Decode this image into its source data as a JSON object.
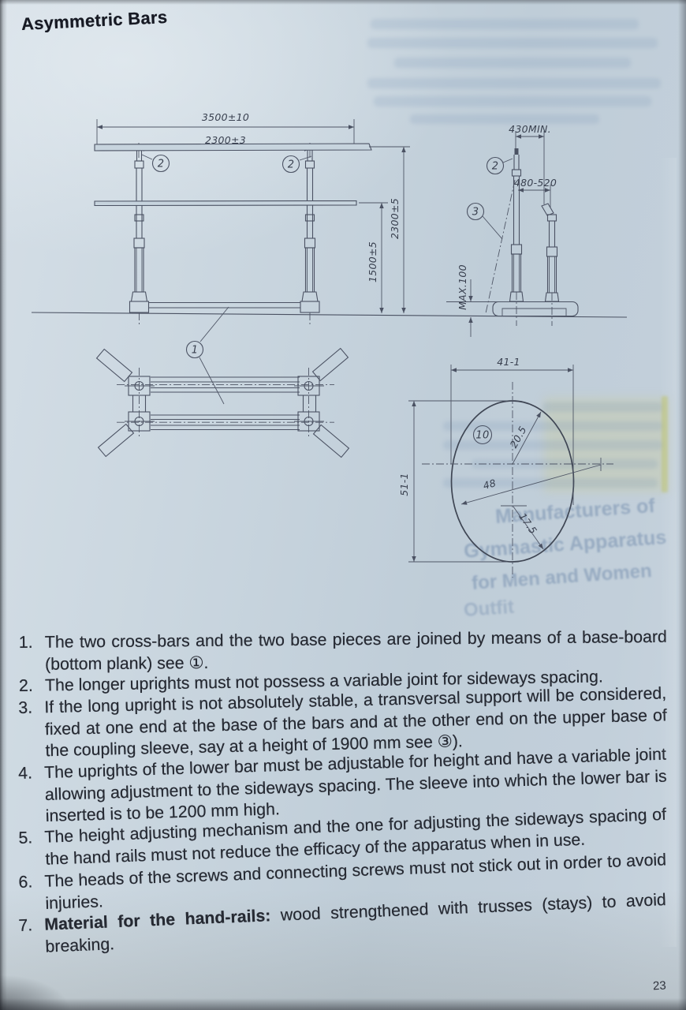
{
  "page": {
    "title": "Asymmetric Bars",
    "page_number": "23"
  },
  "drawing": {
    "front_view": {
      "dim_total_span": "3500±10",
      "dim_inner_span": "2300±3",
      "dim_height_top_bar": "2300±5",
      "dim_height_low_bar": "1500±5",
      "ref_upright_left": "2",
      "ref_upright_right": "2"
    },
    "side_view": {
      "dim_min_spacing": "430MIN.",
      "dim_adjust_range": "480-520",
      "dim_base_height": "MAX.100",
      "ref_upright": "2",
      "ref_support": "3"
    },
    "plan_view": {
      "ref_baseboard": "1"
    },
    "section_view": {
      "dim_width": "41-1",
      "dim_height": "51-1",
      "dim_diagonal": "48",
      "dim_radius_top": "20.5",
      "dim_radius_bottom": "17.5",
      "ref_section": "10"
    }
  },
  "notes": [
    {
      "num": "1.",
      "text": "The two cross-bars and the two base pieces are joined by means of a base-board (bottom plank) see ①."
    },
    {
      "num": "2.",
      "text": "The longer uprights must not possess a variable joint for sideways spacing."
    },
    {
      "num": "3.",
      "text": "If the long upright is not absolutely stable, a transversal support will be considered, fixed at one end at the base of the bars and at the other end on the upper base of the coupling sleeve, say at a height of 1900 mm see ③)."
    },
    {
      "num": "4.",
      "text": "The uprights of the lower bar must be adjustable for height and have a variable joint allowing adjustment to the sideways spacing. The sleeve into which the lower bar is inserted is to be 1200 mm high."
    },
    {
      "num": "5.",
      "text": "The height adjusting mechanism and the one for adjusting the sideways spacing of the hand rails must not reduce the efficacy of the apparatus when in use."
    },
    {
      "num": "6.",
      "text": "The heads of the screws and connecting screws must not stick out in order to avoid injuries."
    },
    {
      "num": "7.",
      "lead": "Material for the hand-rails:",
      "text": " wood strengthened with trusses (stays) to avoid breaking."
    }
  ],
  "bleedthrough": {
    "line1": "Manufacturers of",
    "line2": "Gymnastic Apparatus",
    "line3": "for Men and Women",
    "word": "Outfit"
  },
  "colors": {
    "paper": "#c8d5de",
    "ink": "#4b5263",
    "text": "#262a33",
    "highlight": "#babe58"
  }
}
